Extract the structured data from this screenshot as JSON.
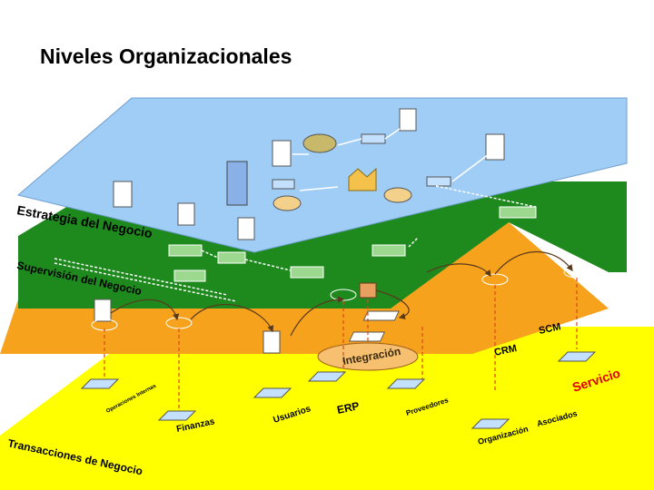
{
  "title": "Niveles Organizacionales",
  "layers": {
    "strategy": "Estrategia del Negocio",
    "supervision": "Supervisión del Negocio",
    "transactions": "Transacciones de Negocio"
  },
  "labels": {
    "integracion": "Integración",
    "scm": "SCM",
    "crm": "CRM",
    "servicio": "Servicio",
    "erp": "ERP",
    "usuarios": "Usuarios",
    "finanzas": "Finanzas",
    "proveedores": "Proveedores",
    "organizacion": "Organización",
    "asociados": "Asociados",
    "operaciones_internas": "Operaciones Internas"
  },
  "colors": {
    "strategy": "#9fcdf5",
    "supervision": "#1e8a1e",
    "integration": "#f7a21c",
    "transactions": "#ffff00",
    "servicio": "#ff2020"
  }
}
